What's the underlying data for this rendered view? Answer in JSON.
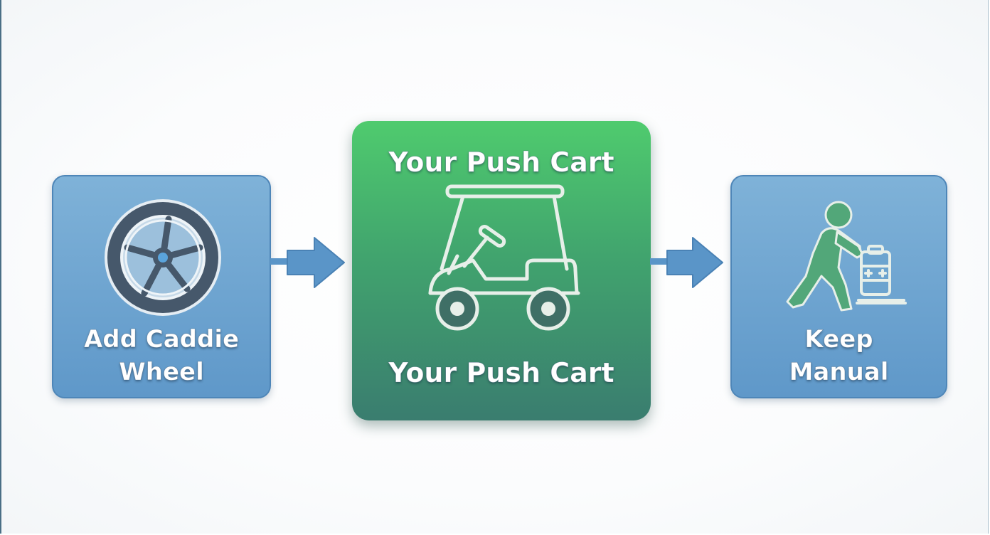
{
  "diagram": {
    "left_card": {
      "label_line1": "Add Caddie",
      "label_line2": "Wheel",
      "icon": "wheel-icon"
    },
    "center_card": {
      "label_top": "Your Push Cart",
      "label_bottom": "Your Push Cart",
      "icon": "golf-cart-icon"
    },
    "right_card": {
      "label_line1": "Keep",
      "label_line2": "Manual",
      "icon": "person-pushing-cart-icon"
    },
    "colors": {
      "blue_card": "#6fa6d1",
      "green_top": "#4fcb6e",
      "green_bottom": "#3a7d6f",
      "arrow": "#5a95c8",
      "icon_dark": "#445566"
    }
  }
}
